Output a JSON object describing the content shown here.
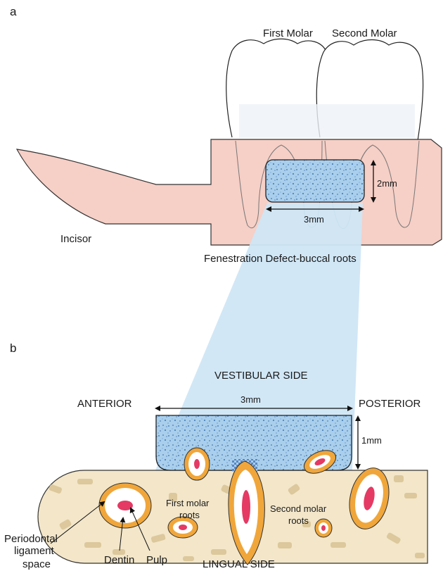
{
  "panel_a": {
    "letter": "a",
    "first_molar": "First Molar",
    "second_molar": "Second Molar",
    "incisor": "Incisor",
    "width_dim": "3mm",
    "height_dim": "2mm",
    "defect_caption": "Fenestration Defect-buccal roots"
  },
  "panel_b": {
    "letter": "b",
    "vestibular_side": "VESTIBULAR  SIDE",
    "anterior": "ANTERIOR",
    "posterior": "POSTERIOR",
    "width_dim": "3mm",
    "depth_dim": "1mm",
    "first_molar_roots_line1": "First molar",
    "first_molar_roots_line2": "roots",
    "second_molar_roots_line1": "Second molar",
    "second_molar_roots_line2": "roots",
    "pdl_line1": "Periodontal",
    "pdl_line2": "ligament",
    "pdl_line3": "space",
    "dentin": "Dentin",
    "pulp": "Pulp",
    "lingual_side": "LINGUAL  SIDE"
  },
  "colors": {
    "gum": "#f6cfc6",
    "defect_fill": "#a9cfec",
    "projection": "#cfe6f5",
    "bone_fill": "#f3e6c9",
    "trabeculae": "#dcc89c",
    "root_ring": "#f0a63a",
    "root_core": "#ffffff",
    "pulp": "#e43a63"
  }
}
